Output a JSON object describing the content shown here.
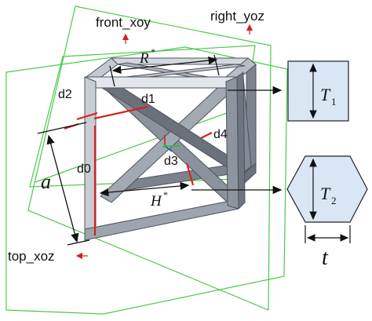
{
  "planes": {
    "front": "front_xoy",
    "right": "right_yoz",
    "top": "top_xoz"
  },
  "struts": {
    "d0": "d0",
    "d1": "d1",
    "d2": "d2",
    "d3": "d3",
    "d4": "d4"
  },
  "dims": {
    "a": "a",
    "R": "R",
    "R_sup": "*",
    "H": "H",
    "H_sup": "*",
    "t": "t"
  },
  "sections": {
    "square_T": "T",
    "square_sub": "1",
    "hex_T": "T",
    "hex_sub": "2"
  },
  "colors": {
    "plane": "#4cc94c",
    "strut_dark": "#6e7480",
    "strut_mid": "#9aa1ab",
    "strut_light": "#c9ced6",
    "section_fill": "#dbe6f5",
    "red": "#d42020"
  }
}
